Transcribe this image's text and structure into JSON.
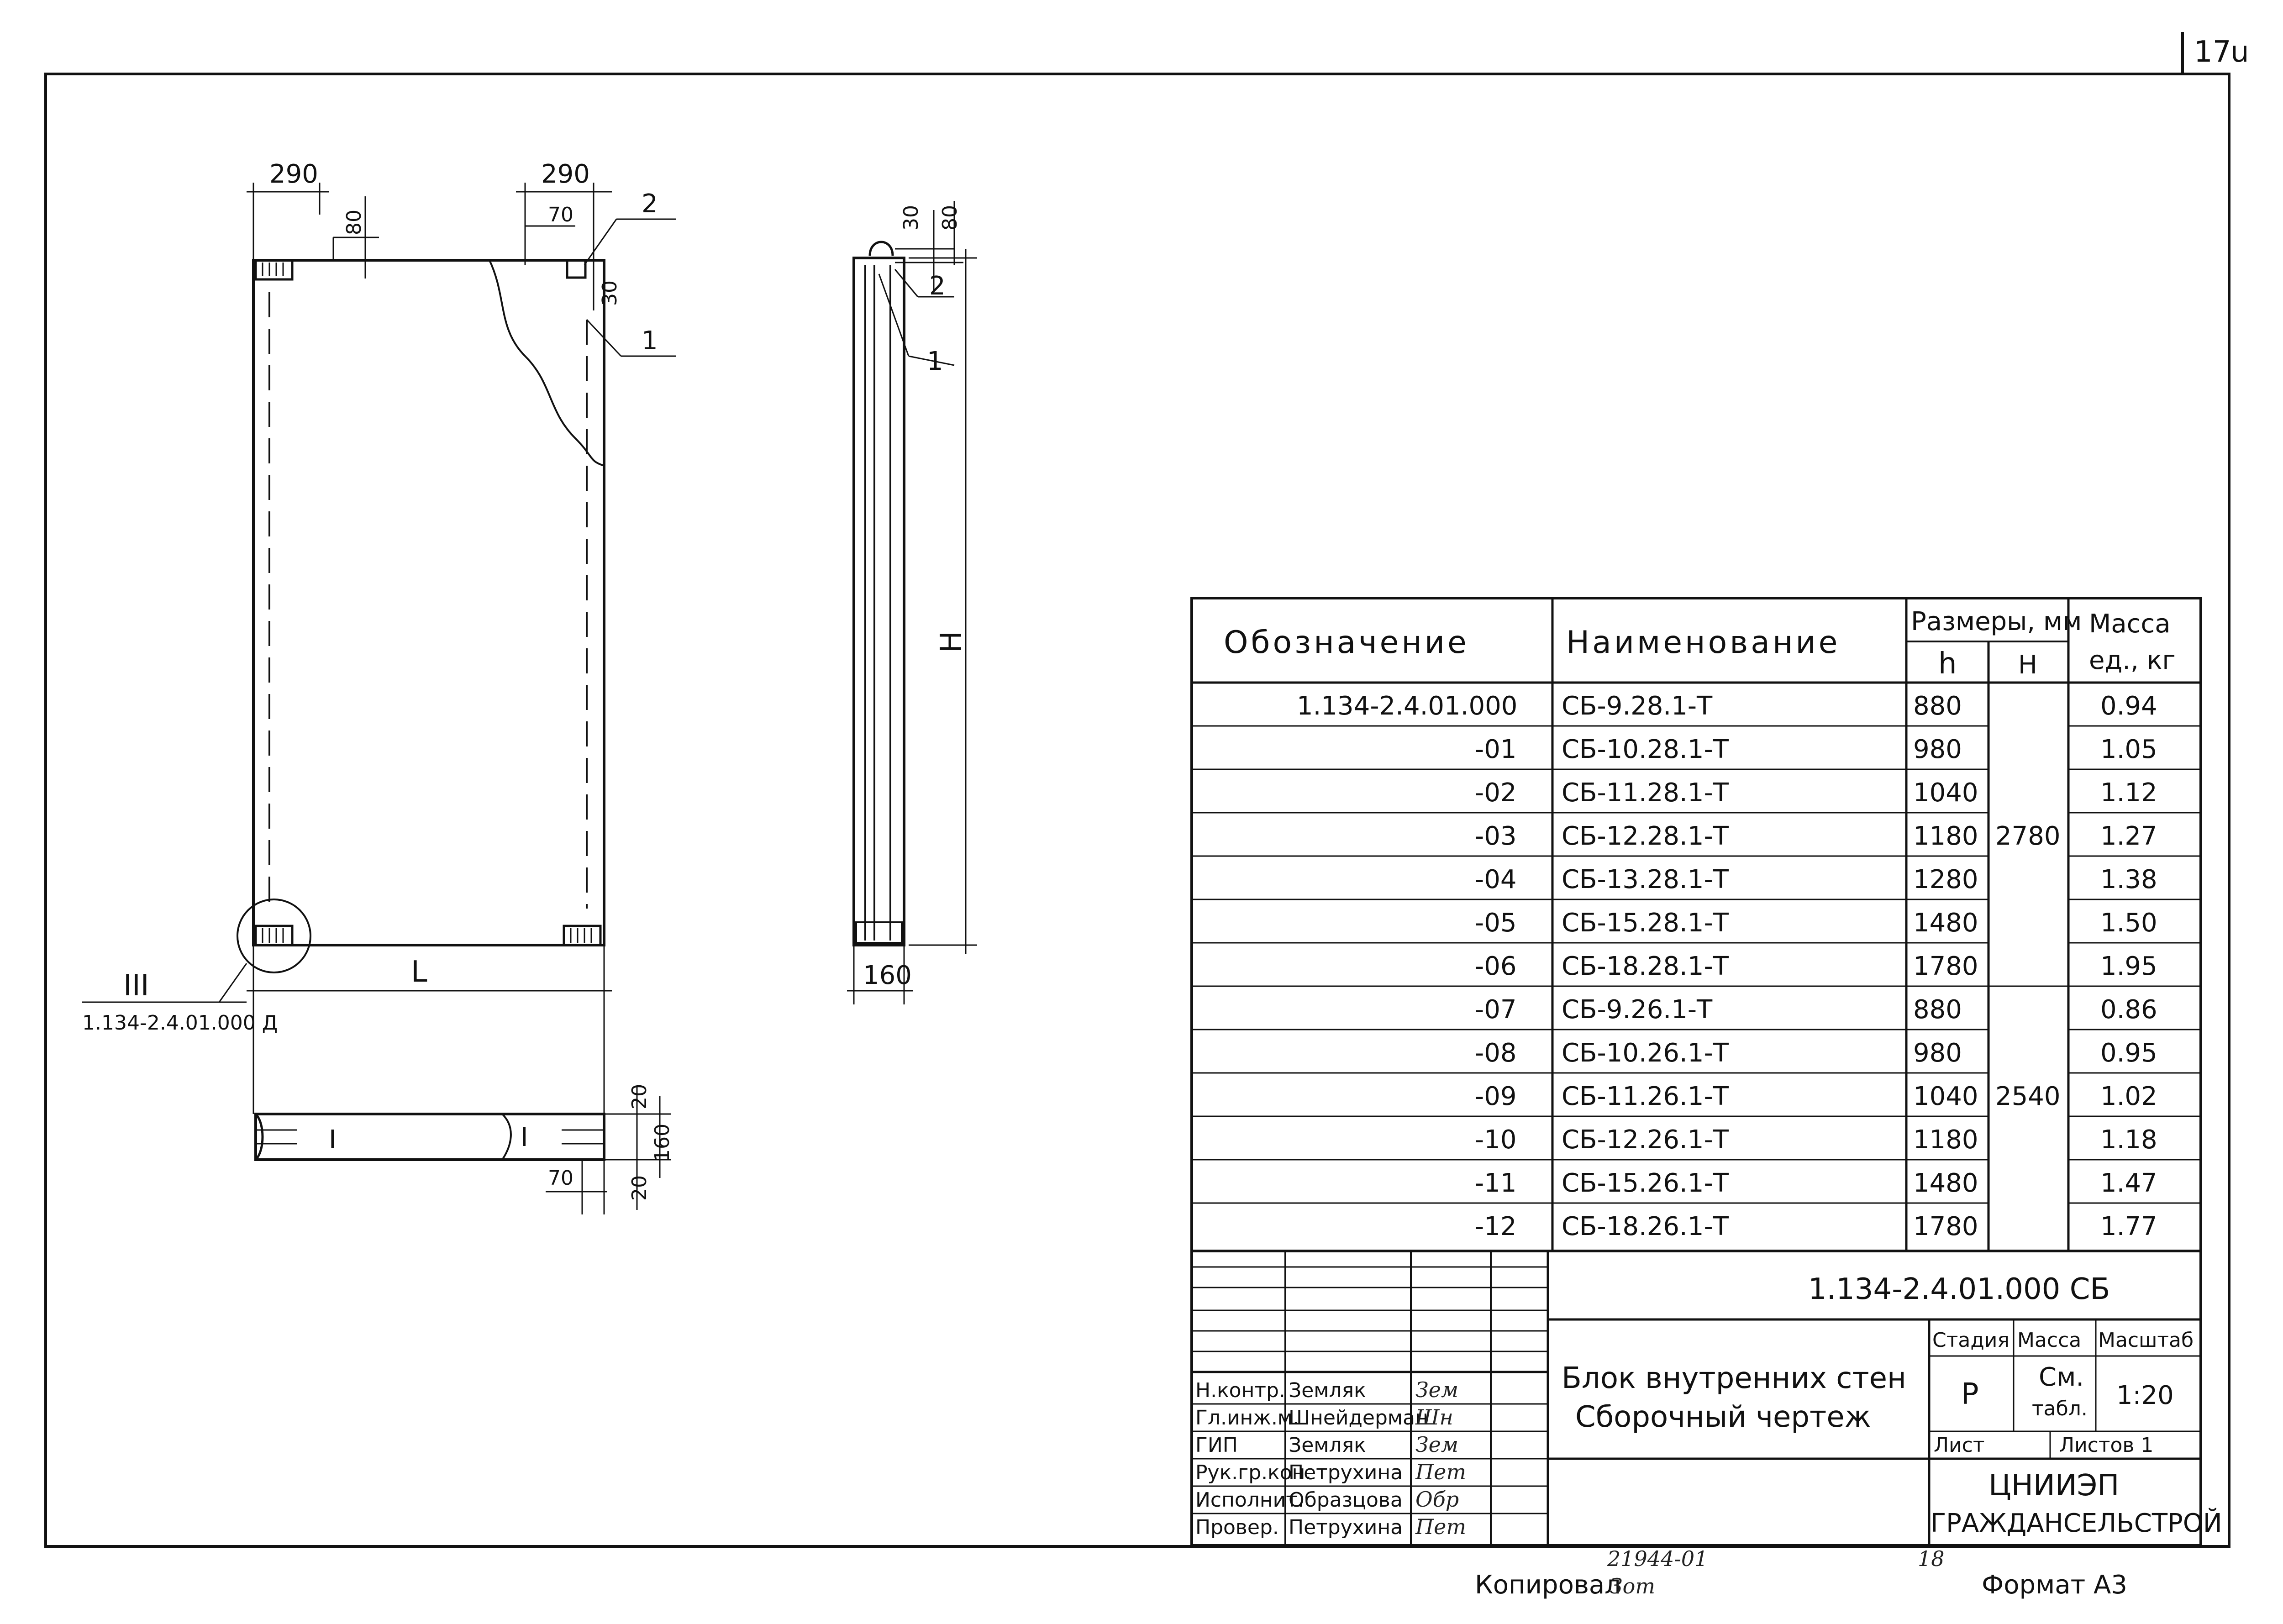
{
  "sheet": {
    "corner_number": "17",
    "corner_letter": "u"
  },
  "front_view": {
    "dim_left_width": "290",
    "dim_right_width": "290",
    "dim_80": "80",
    "dim_70": "70",
    "dim_30": "30",
    "callout_1": "1",
    "callout_2": "2",
    "dim_L": "L",
    "detail_mark": "III",
    "detail_ref": "1.134-2.4.01.000 Д",
    "section_mark_left": "I",
    "section_mark_right": "I",
    "dim_bottom_20a": "20",
    "dim_bottom_160": "160",
    "dim_bottom_20b": "20",
    "dim_bottom_70": "70"
  },
  "side_view": {
    "dim_30": "30",
    "dim_80": "80",
    "dim_H": "H",
    "dim_160": "160",
    "callout_1": "1",
    "callout_2": "2"
  },
  "spec_table": {
    "col_designation": "Обозначение",
    "col_name": "Наименование",
    "col_sizes": "Размеры, мм",
    "col_h": "h",
    "col_H": "H",
    "col_mass_1": "Масса",
    "col_mass_2": "ед., кг",
    "rows": [
      {
        "des": "1.134-2.4.01.000",
        "name": "СБ-9.28.1-Т",
        "h": "880",
        "mass": "0.94"
      },
      {
        "des": "-01",
        "name": "СБ-10.28.1-Т",
        "h": "980",
        "mass": "1.05"
      },
      {
        "des": "-02",
        "name": "СБ-11.28.1-Т",
        "h": "1040",
        "mass": "1.12"
      },
      {
        "des": "-03",
        "name": "СБ-12.28.1-Т",
        "h": "1180",
        "mass": "1.27"
      },
      {
        "des": "-04",
        "name": "СБ-13.28.1-Т",
        "h": "1280",
        "mass": "1.38"
      },
      {
        "des": "-05",
        "name": "СБ-15.28.1-Т",
        "h": "1480",
        "mass": "1.50"
      },
      {
        "des": "-06",
        "name": "СБ-18.28.1-Т",
        "h": "1780",
        "mass": "1.95"
      },
      {
        "des": "-07",
        "name": "СБ-9.26.1-Т",
        "h": "880",
        "mass": "0.86"
      },
      {
        "des": "-08",
        "name": "СБ-10.26.1-Т",
        "h": "980",
        "mass": "0.95"
      },
      {
        "des": "-09",
        "name": "СБ-11.26.1-Т",
        "h": "1040",
        "mass": "1.02"
      },
      {
        "des": "-10",
        "name": "СБ-12.26.1-Т",
        "h": "1180",
        "mass": "1.18"
      },
      {
        "des": "-11",
        "name": "СБ-15.26.1-Т",
        "h": "1480",
        "mass": "1.47"
      },
      {
        "des": "-12",
        "name": "СБ-18.26.1-Т",
        "h": "1780",
        "mass": "1.77"
      }
    ],
    "H_group_1": "2780",
    "H_group_2": "2540"
  },
  "title_block": {
    "doc_code": "1.134-2.4.01.000 СБ",
    "title_line_1": "Блок внутренних стен",
    "title_line_2": "Сборочный чертеж",
    "stage_label": "Стадия",
    "mass_label": "Масса",
    "scale_label": "Масштаб",
    "stage_value": "Р",
    "mass_value_1": "См.",
    "mass_value_2": "табл.",
    "scale_value": "1:20",
    "sheet_label": "Лист",
    "sheets_label": "Листов 1",
    "org_1": "ЦНИИЭП",
    "org_2": "ГРАЖДАНСЕЛЬСТРОЙ",
    "signatures": [
      {
        "role": "Н.контр.",
        "name": "Земляк",
        "sig": "Зем"
      },
      {
        "role": "Гл.инж.м.",
        "name": "Шнейдерман",
        "sig": "Шн"
      },
      {
        "role": "ГИП",
        "name": "Земляк",
        "sig": "Зем"
      },
      {
        "role": "Рук.гр.кон.",
        "name": "Петрухина",
        "sig": "Пет"
      },
      {
        "role": "Исполнит.",
        "name": "Образцова",
        "sig": "Обр"
      },
      {
        "role": "Провер.",
        "name": "Петрухина",
        "sig": "Пет"
      }
    ]
  },
  "footer": {
    "copied_label": "Копировал",
    "copied_sig": "Зот",
    "inventory_no": "21944-01",
    "page_no": "18",
    "format": "Формат А3"
  }
}
